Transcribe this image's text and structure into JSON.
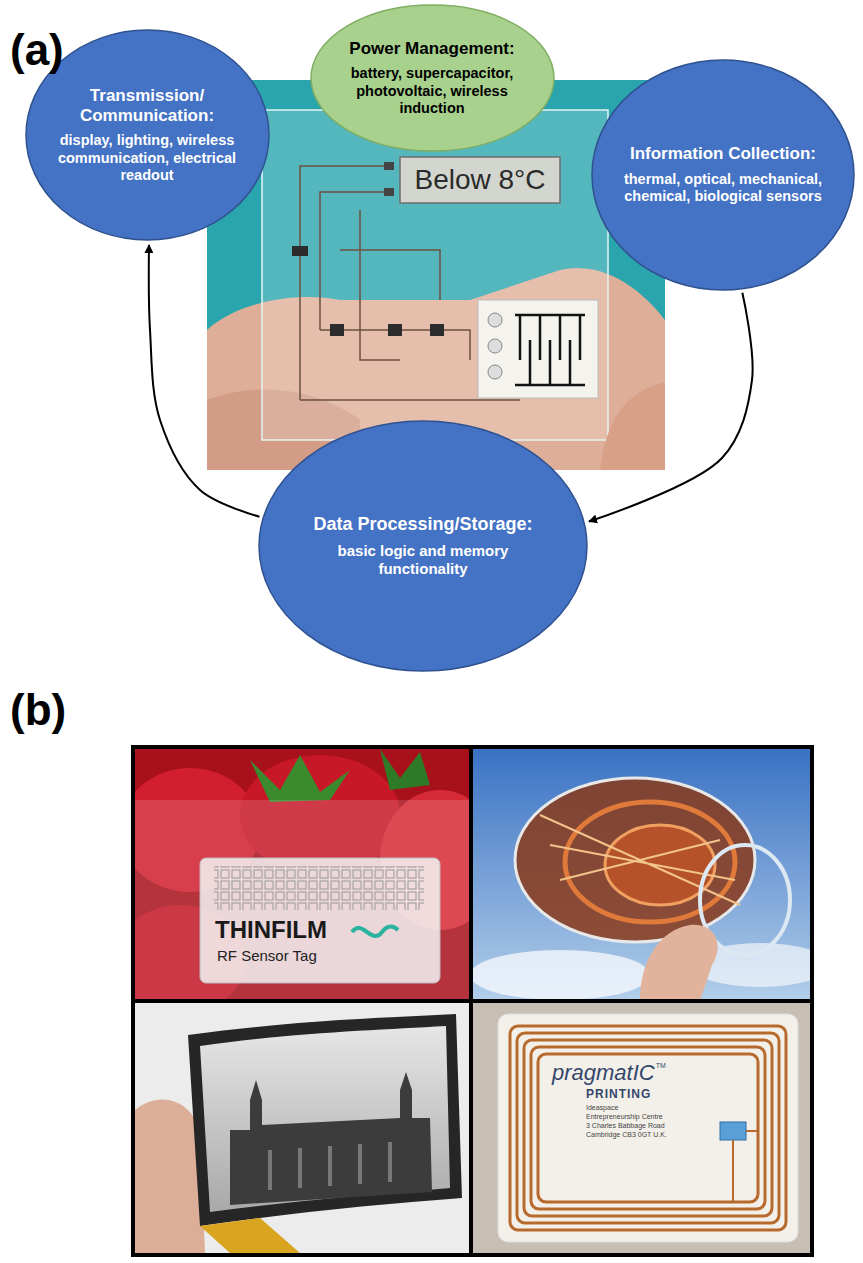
{
  "diagram": {
    "nodes": [
      {
        "text": [
          "Power Management:",
          "battery, supercapacitor, photovoltaic, wireless induction"
        ]
      },
      {
        "text": [
          "Transmission/ Communication:",
          "display, lighting, wireless communication, electrical readout"
        ]
      },
      {
        "text": [
          "Information Collection:",
          "thermal, optical, mechanical, chemical, biological sensors"
        ]
      },
      {
        "text": [
          "Data Processing/Storage:",
          "basic logic and memory functionality"
        ]
      }
    ],
    "edges": [
      {
        "from": 2,
        "to": 3,
        "arrow": "to"
      },
      {
        "from": 3,
        "to": 1,
        "arrow": "to"
      }
    ],
    "labels": [
      "(a)",
      "Below 8°C",
      "(b)",
      "THINFILM",
      "RF Sensor Tag",
      "pragmatIC",
      "TM",
      "PRINTING",
      "Ideaspace",
      "Entrepreneurship Centre",
      "3 Charles Babbage Road",
      "Cambridge CB3 0GT U.K."
    ]
  }
}
